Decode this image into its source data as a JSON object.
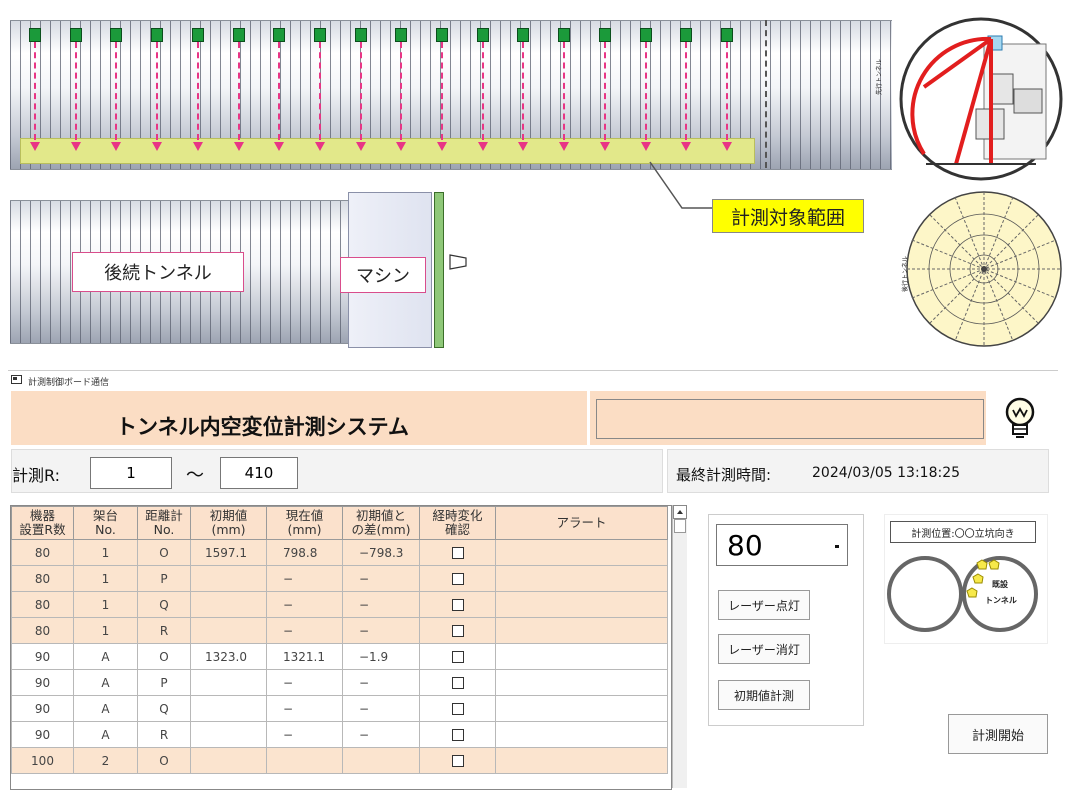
{
  "diagram": {
    "preceding_tunnel_label": "後続トンネル",
    "machine_label": "マシン",
    "measurement_range_label": "計測対象範囲",
    "side_label_top": "先行トンネル",
    "side_label_bottom": "後行トンネル",
    "accent_pink": "#e83585",
    "sensor_green": "#1b9a3a",
    "band_yellow": "#e2e88a"
  },
  "window": {
    "title": "計測制御ボード通信",
    "app_title": "トンネル内空変位計測システム",
    "status_text": "",
    "bulb_icon": "lightbulb-icon"
  },
  "range": {
    "label": "計測R:",
    "from": "1",
    "tilde": "～",
    "to": "410"
  },
  "last_measure": {
    "label": "最終計測時間:",
    "value": "2024/03/05 13:18:25"
  },
  "table": {
    "headers": [
      "機器\n設置R数",
      "架台\nNo.",
      "距離計\nNo.",
      "初期値\n(mm)",
      "現在値\n(mm)",
      "初期値と\nの差(mm)",
      "経時変化\n確認",
      "アラート"
    ],
    "rows": [
      {
        "r": "80",
        "stand": "1",
        "meter": "O",
        "init": "1597.1",
        "cur": "798.8",
        "diff": "−798.3",
        "alert": "",
        "tone": "peach"
      },
      {
        "r": "80",
        "stand": "1",
        "meter": "P",
        "init": "",
        "cur": "−",
        "diff": "−",
        "alert": "",
        "tone": "peach"
      },
      {
        "r": "80",
        "stand": "1",
        "meter": "Q",
        "init": "",
        "cur": "−",
        "diff": "−",
        "alert": "",
        "tone": "peach"
      },
      {
        "r": "80",
        "stand": "1",
        "meter": "R",
        "init": "",
        "cur": "−",
        "diff": "−",
        "alert": "",
        "tone": "peach"
      },
      {
        "r": "90",
        "stand": "A",
        "meter": "O",
        "init": "1323.0",
        "cur": "1321.1",
        "diff": "−1.9",
        "alert": "",
        "tone": "white"
      },
      {
        "r": "90",
        "stand": "A",
        "meter": "P",
        "init": "",
        "cur": "−",
        "diff": "−",
        "alert": "",
        "tone": "white"
      },
      {
        "r": "90",
        "stand": "A",
        "meter": "Q",
        "init": "",
        "cur": "−",
        "diff": "−",
        "alert": "",
        "tone": "white"
      },
      {
        "r": "90",
        "stand": "A",
        "meter": "R",
        "init": "",
        "cur": "−",
        "diff": "−",
        "alert": "",
        "tone": "white"
      },
      {
        "r": "100",
        "stand": "2",
        "meter": "O",
        "init": "",
        "cur": "",
        "diff": "",
        "alert": "",
        "tone": "peach"
      }
    ]
  },
  "controls": {
    "ring_select_value": "80",
    "laser_on": "レーザー点灯",
    "laser_off": "レーザー消灯",
    "initial_measure": "初期値計測",
    "start_measure": "計測開始",
    "position_label": "計測位置:〇〇立坑向き",
    "existing_tunnel_label_1": "既設",
    "existing_tunnel_label_2": "トンネル"
  }
}
